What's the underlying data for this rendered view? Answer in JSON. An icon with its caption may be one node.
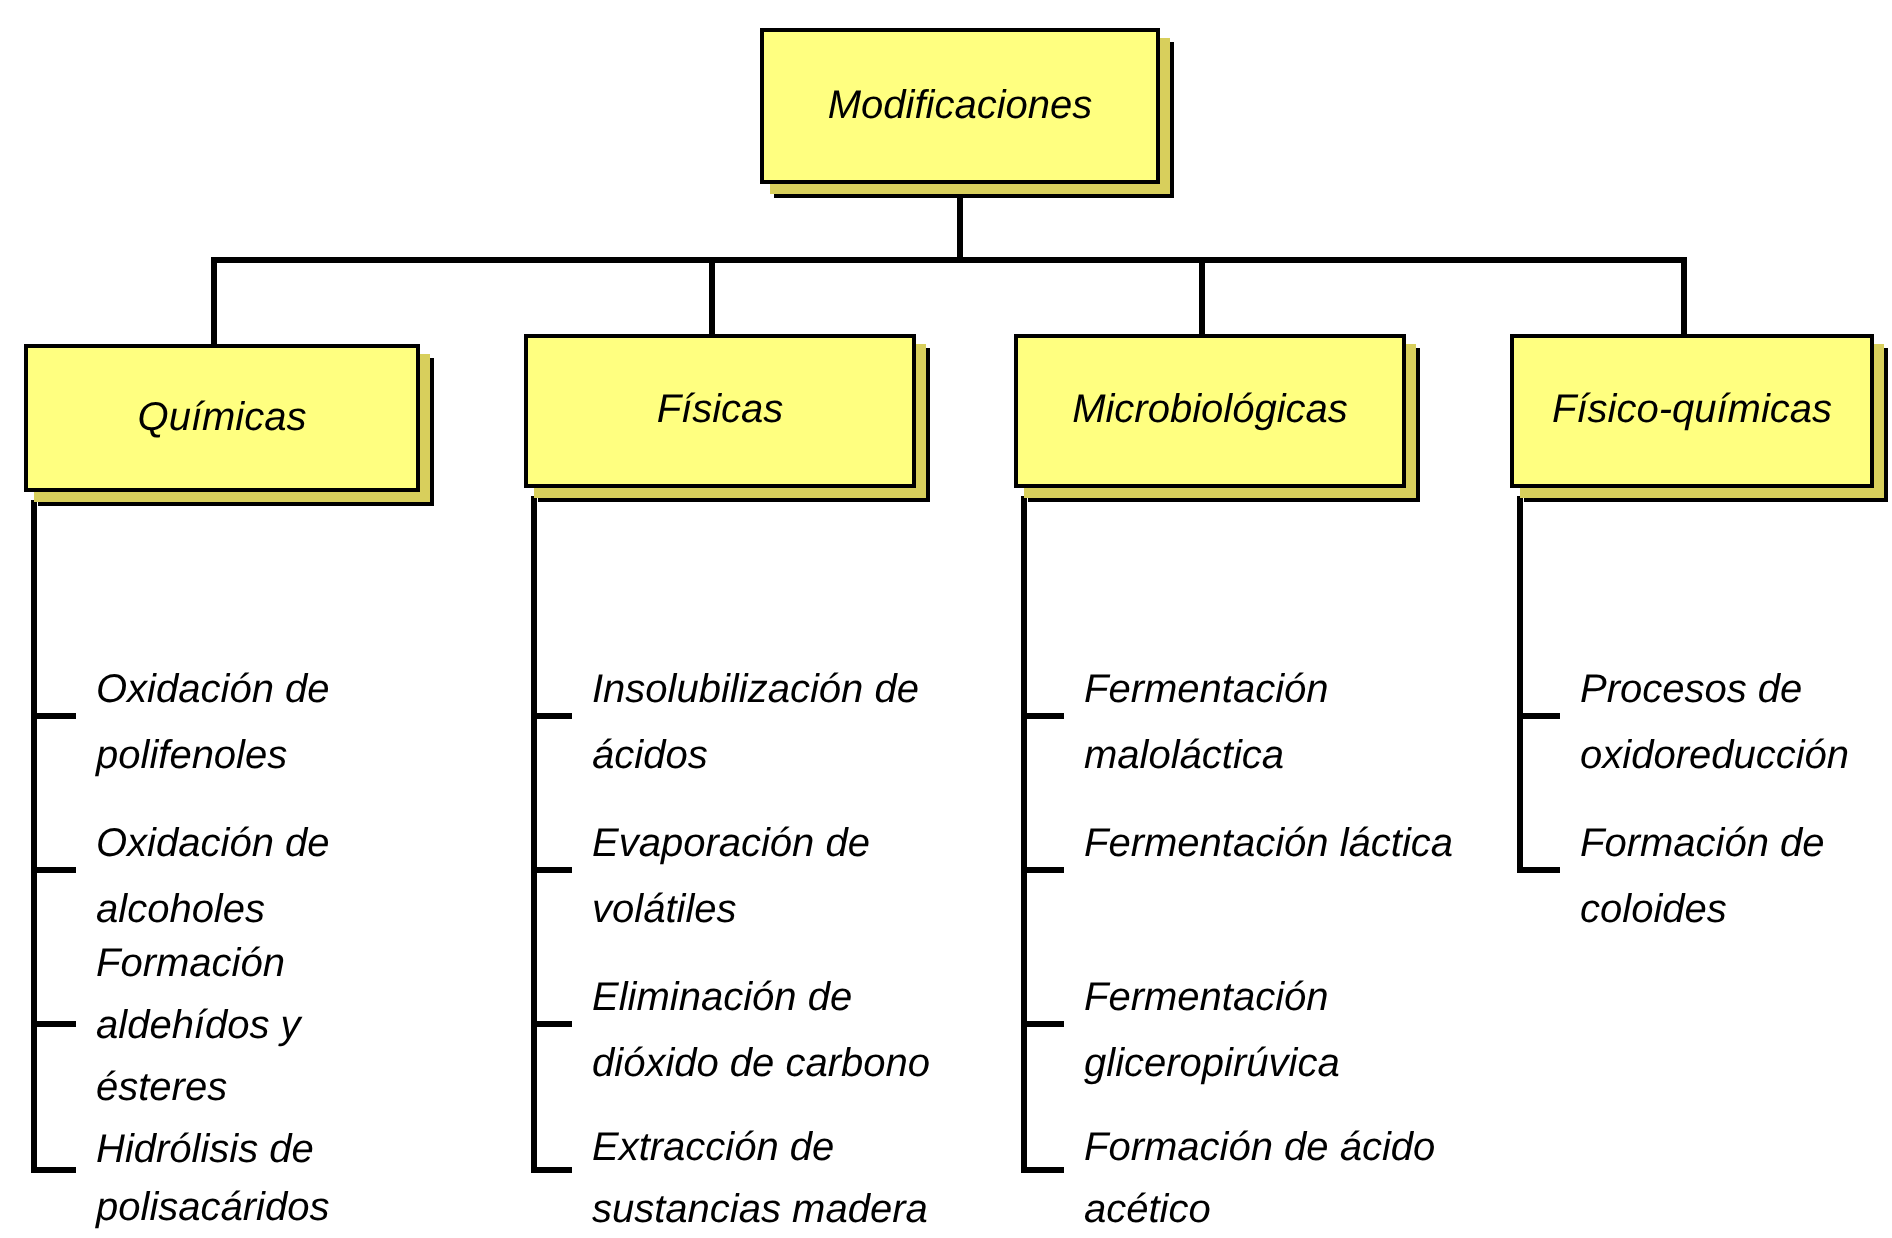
{
  "diagram": {
    "nodes": [
      {
        "text": [
          "Modificaciones"
        ]
      },
      {
        "text": [
          "Químicas"
        ]
      },
      {
        "text": [
          "Físicas"
        ]
      },
      {
        "text": [
          "Microbiológicas"
        ]
      },
      {
        "text": [
          "Físico-químicas"
        ]
      },
      {
        "text": [
          "Oxidación de polifenoles"
        ]
      },
      {
        "text": [
          "Oxidación de alcoholes"
        ]
      },
      {
        "text": [
          "Formación aldehídos y ésteres"
        ]
      },
      {
        "text": [
          "Hidrólisis de polisacáridos"
        ]
      },
      {
        "text": [
          "Insolubilización de ácidos"
        ]
      },
      {
        "text": [
          "Evaporación de volátiles"
        ]
      },
      {
        "text": [
          "Eliminación de dióxido de carbono"
        ]
      },
      {
        "text": [
          "Extracción de sustancias madera"
        ]
      },
      {
        "text": [
          "Fermentación maloláctica"
        ]
      },
      {
        "text": [
          "Fermentación láctica"
        ]
      },
      {
        "text": [
          "Fermentación gliceropirúvica"
        ]
      },
      {
        "text": [
          "Formación de ácido acético"
        ]
      },
      {
        "text": [
          "Procesos de oxidoreducción"
        ]
      },
      {
        "text": [
          "Formación de coloides"
        ]
      }
    ],
    "edges": [
      {
        "from": 0,
        "to": 1,
        "arrow": "none"
      },
      {
        "from": 0,
        "to": 2,
        "arrow": "none"
      },
      {
        "from": 0,
        "to": 3,
        "arrow": "none"
      },
      {
        "from": 0,
        "to": 4,
        "arrow": "none"
      },
      {
        "from": 1,
        "to": 5,
        "arrow": "none"
      },
      {
        "from": 1,
        "to": 6,
        "arrow": "none"
      },
      {
        "from": 1,
        "to": 7,
        "arrow": "none"
      },
      {
        "from": 1,
        "to": 8,
        "arrow": "none"
      },
      {
        "from": 2,
        "to": 9,
        "arrow": "none"
      },
      {
        "from": 2,
        "to": 10,
        "arrow": "none"
      },
      {
        "from": 2,
        "to": 11,
        "arrow": "none"
      },
      {
        "from": 2,
        "to": 12,
        "arrow": "none"
      },
      {
        "from": 3,
        "to": 13,
        "arrow": "none"
      },
      {
        "from": 3,
        "to": 14,
        "arrow": "none"
      },
      {
        "from": 3,
        "to": 15,
        "arrow": "none"
      },
      {
        "from": 3,
        "to": 16,
        "arrow": "none"
      },
      {
        "from": 4,
        "to": 17,
        "arrow": "none"
      },
      {
        "from": 4,
        "to": 18,
        "arrow": "none"
      }
    ]
  }
}
